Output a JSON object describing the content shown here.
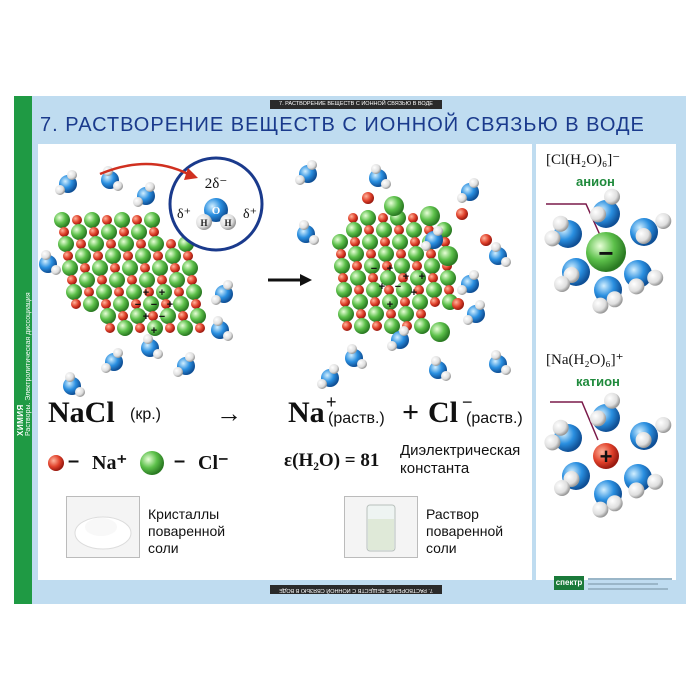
{
  "header": {
    "side_title": "ХИМИЯ",
    "side_subtitle": "Растворы. Электролитическая диссоциация",
    "tab_top": "7. РАСТВОРЕНИЕ ВЕЩЕСТВ С ИОННОЙ СВЯЗЬЮ В ВОДЕ",
    "tab_bottom": "7. РАСТВОРЕНИЕ ВЕЩЕСТВ С ИОННОЙ СВЯЗЬЮ В ВОДЕ",
    "title": "7. РАСТВОРЕНИЕ ВЕЩЕСТВ С ИОННОЙ СВЯЗЬЮ В ВОДЕ"
  },
  "water_inset": {
    "charge_top": "2δ⁻",
    "charge_left": "δ⁺",
    "charge_right": "δ⁺",
    "atom_o": "O",
    "atom_h": "H"
  },
  "equation": {
    "reactant": "NaCl",
    "reactant_state": "(кр.)",
    "arrow": "→",
    "product1": "Na",
    "product1_charge": "+",
    "product1_state": "(раств.)",
    "plus": "+",
    "product2": "Cl",
    "product2_charge": "−",
    "product2_state": "(раств.)"
  },
  "legend": {
    "na_dash": "–",
    "na_label": "Na⁺",
    "cl_dash": "–",
    "cl_label": "Cl⁻"
  },
  "dielectric": {
    "formula": "ε(H₂O) = 81",
    "label_line1": "Диэлектрическая",
    "label_line2": "константа"
  },
  "photos": {
    "crystals_line1": "Кристаллы",
    "crystals_line2": "поваренной",
    "crystals_line3": "соли",
    "solution_line1": "Раствор",
    "solution_line2": "поваренной",
    "solution_line3": "соли"
  },
  "side": {
    "anion_formula": "[Cl(H₂O)₆]⁻",
    "anion_name": "анион",
    "cation_formula": "[Na(H₂O)₆]⁺",
    "cation_name": "катион",
    "minus_sign": "−",
    "plus_sign": "+"
  },
  "footer": {
    "publisher": "спектр"
  },
  "colors": {
    "panel_bg": "#bfdcf0",
    "stripe": "#1f9a44",
    "title": "#1a3a8c",
    "na": "#e0402a",
    "cl": "#5cc04a",
    "oxygen": "#2a8fe0",
    "hydrogen": "#e8e8e8",
    "label_green": "#1f8a3c",
    "connector": "#7a1a4a"
  }
}
